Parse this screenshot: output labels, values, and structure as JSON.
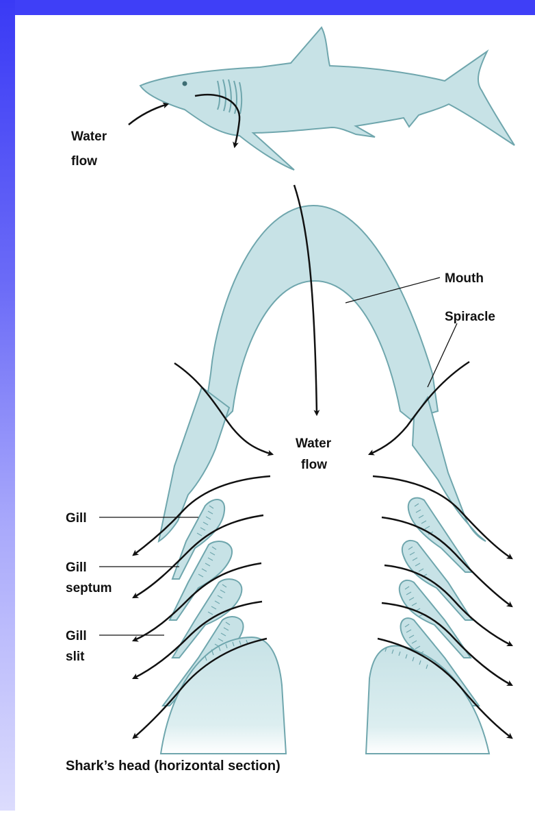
{
  "labels": {
    "water_flow_top_line1": "Water",
    "water_flow_top_line2": "flow",
    "mouth": "Mouth",
    "spiracle": "Spiracle",
    "water_flow_center_line1": "Water",
    "water_flow_center_line2": "flow",
    "gill": "Gill",
    "gill_septum_line1": "Gill",
    "gill_septum_line2": "septum",
    "gill_slit_line1": "Gill",
    "gill_slit_line2": "slit",
    "caption": "Shark’s head (horizontal section)"
  },
  "colors": {
    "frame_blue": "#3f3ff7",
    "tissue_fill": "#c7e2e6",
    "tissue_stroke": "#6fa6ad",
    "arrow": "#111111"
  }
}
